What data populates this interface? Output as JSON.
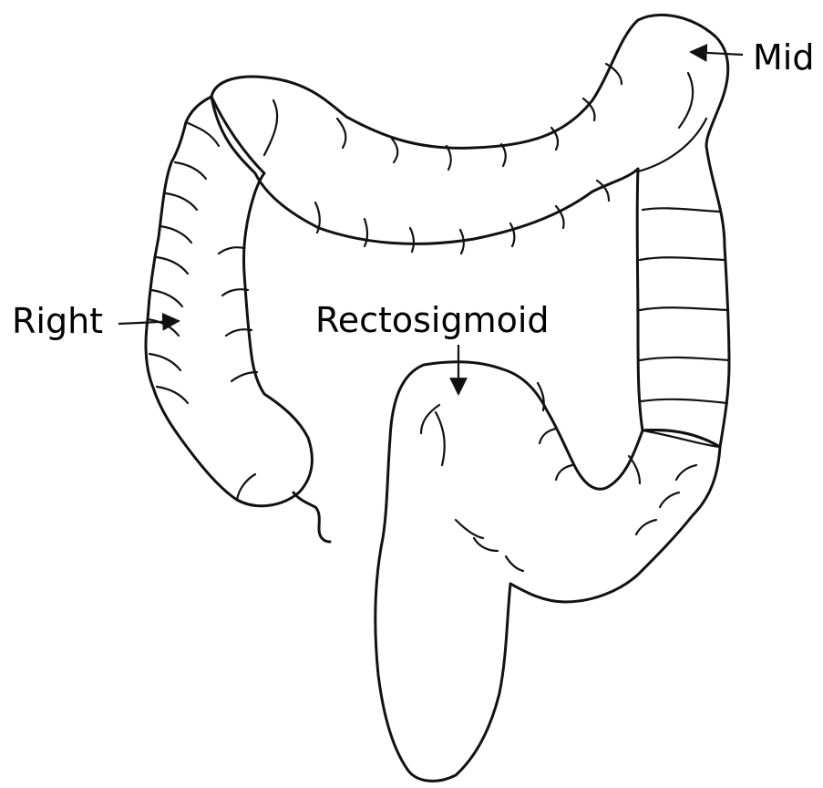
{
  "labels": {
    "mid": "Mid",
    "right": "Right",
    "rectosigmoid": "Rectosigmoid"
  },
  "colors": {
    "fill": "#b3b3b4",
    "stripe": "#ffffff",
    "outline": "#111111"
  }
}
